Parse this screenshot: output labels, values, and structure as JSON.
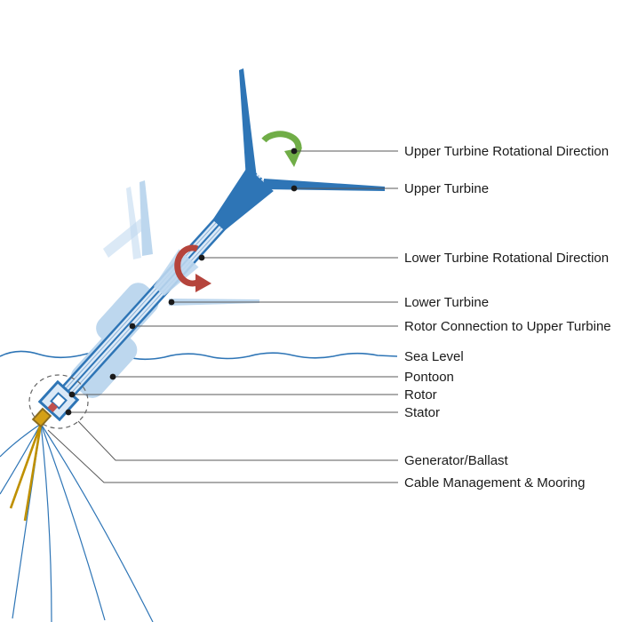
{
  "diagram": {
    "labels": {
      "upper_rotation": "Upper Turbine Rotational Direction",
      "upper_turbine": "Upper Turbine",
      "lower_rotation": "Lower Turbine Rotational Direction",
      "lower_turbine": "Lower Turbine",
      "rotor_connection": "Rotor Connection to Upper Turbine",
      "sea_level": "Sea Level",
      "pontoon": "Pontoon",
      "rotor": "Rotor",
      "stator": "Stator",
      "generator_ballast": "Generator/Ballast",
      "cable_mooring": "Cable Management & Mooring"
    },
    "colors": {
      "dark_blue": "#2e75b6",
      "light_blue": "#bdd7ee",
      "shaft_fill": "#dbe9f7",
      "green_arrow": "#70ad47",
      "red_arrow": "#b5443c",
      "gold": "#d4a017",
      "gold_outline": "#8c6d1f",
      "leader_line": "#595959",
      "text": "#1a1a1a"
    }
  }
}
